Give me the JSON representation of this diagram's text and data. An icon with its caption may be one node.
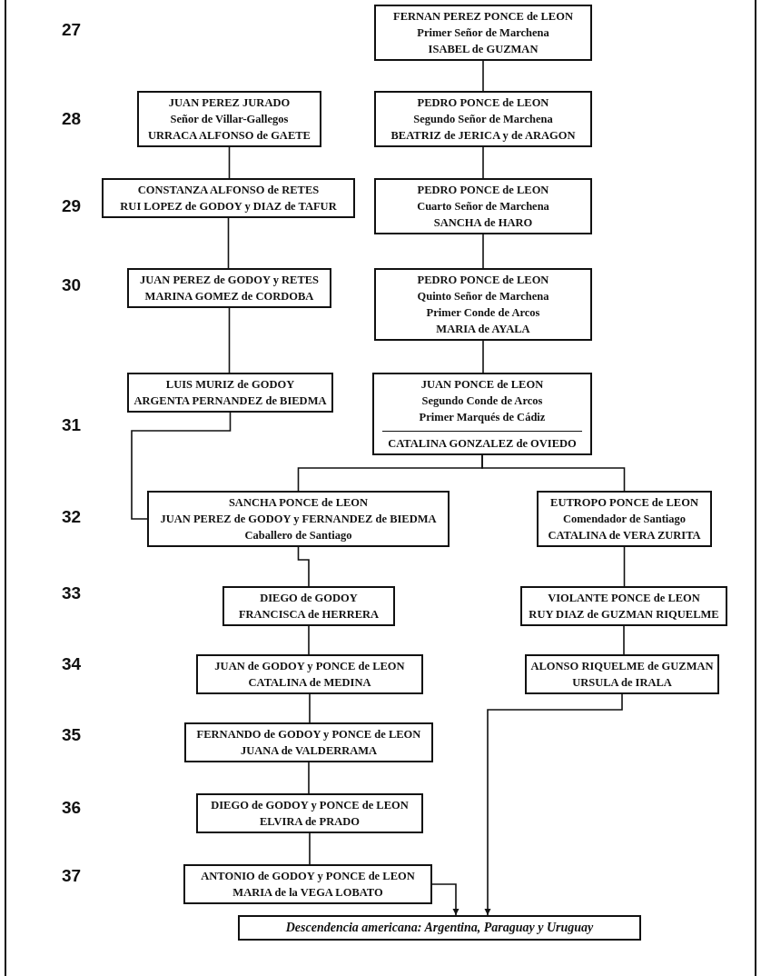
{
  "diagram": {
    "nodes": [
      {
        "text": [
          "FERNAN PEREZ PONCE de LEON",
          "Primer Señor de Marchena",
          "ISABEL de GUZMAN"
        ]
      },
      {
        "text": [
          "JUAN PEREZ JURADO",
          "Señor de Villar-Gallegos",
          "URRACA ALFONSO de GAETE"
        ]
      },
      {
        "text": [
          "PEDRO PONCE de LEON",
          "Segundo Señor de Marchena",
          "BEATRIZ de JERICA y de ARAGON"
        ]
      },
      {
        "text": [
          "CONSTANZA ALFONSO de RETES",
          "RUI LOPEZ de GODOY y DIAZ de TAFUR"
        ]
      },
      {
        "text": [
          "PEDRO PONCE de LEON",
          "Cuarto Señor de Marchena",
          "SANCHA de HARO"
        ]
      },
      {
        "text": [
          "JUAN PEREZ de GODOY y RETES",
          "MARINA GOMEZ de CORDOBA"
        ]
      },
      {
        "text": [
          "PEDRO PONCE de LEON",
          "Quinto Señor de Marchena",
          "Primer Conde de Arcos",
          "MARIA de AYALA"
        ]
      },
      {
        "text": [
          "LUIS MURIZ de GODOY",
          "ARGENTA PERNANDEZ de BIEDMA"
        ]
      },
      {
        "text": [
          "JUAN PONCE de LEON",
          "Segundo Conde de Arcos",
          "Primer Marqués de Cádiz",
          "CATALINA GONZALEZ de OVIEDO"
        ]
      },
      {
        "text": [
          "SANCHA PONCE de LEON",
          "JUAN PEREZ de GODOY y FERNANDEZ de BIEDMA",
          "Caballero de Santiago"
        ]
      },
      {
        "text": [
          "EUTROPO PONCE de LEON",
          "Comendador de Santiago",
          "CATALINA de VERA ZURITA"
        ]
      },
      {
        "text": [
          "DIEGO de GODOY",
          "FRANCISCA de HERRERA"
        ]
      },
      {
        "text": [
          "VIOLANTE PONCE de LEON",
          "RUY DIAZ de GUZMAN RIQUELME"
        ]
      },
      {
        "text": [
          "JUAN de GODOY y PONCE de LEON",
          "CATALINA de MEDINA"
        ]
      },
      {
        "text": [
          "ALONSO RIQUELME de GUZMAN",
          "URSULA de IRALA"
        ]
      },
      {
        "text": [
          "FERNANDO de GODOY y PONCE de LEON",
          "JUANA de VALDERRAMA"
        ]
      },
      {
        "text": [
          "DIEGO de GODOY y PONCE de LEON",
          "ELVIRA de PRADO"
        ]
      },
      {
        "text": [
          "ANTONIO de GODOY y PONCE de LEON",
          "MARIA de la VEGA LOBATO"
        ]
      },
      {
        "text": [
          "Descendencia americana: Argentina, Paraguay y Uruguay"
        ]
      }
    ],
    "edges": [
      {
        "from": 0,
        "to": 2,
        "arrow": "none"
      },
      {
        "from": 1,
        "to": 3,
        "arrow": "none"
      },
      {
        "from": 2,
        "to": 4,
        "arrow": "none"
      },
      {
        "from": 3,
        "to": 5,
        "arrow": "none"
      },
      {
        "from": 4,
        "to": 6,
        "arrow": "none"
      },
      {
        "from": 5,
        "to": 7,
        "arrow": "none"
      },
      {
        "from": 6,
        "to": 8,
        "arrow": "none"
      },
      {
        "from": 7,
        "to": 9,
        "arrow": "none"
      },
      {
        "from": 8,
        "to": 9,
        "arrow": "none"
      },
      {
        "from": 8,
        "to": 10,
        "arrow": "none"
      },
      {
        "from": 9,
        "to": 11,
        "arrow": "none"
      },
      {
        "from": 10,
        "to": 12,
        "arrow": "none"
      },
      {
        "from": 11,
        "to": 13,
        "arrow": "none"
      },
      {
        "from": 12,
        "to": 14,
        "arrow": "none"
      },
      {
        "from": 13,
        "to": 15,
        "arrow": "none"
      },
      {
        "from": 15,
        "to": 16,
        "arrow": "none"
      },
      {
        "from": 16,
        "to": 17,
        "arrow": "none"
      },
      {
        "from": 17,
        "to": 18,
        "arrow": "to"
      },
      {
        "from": 14,
        "to": 18,
        "arrow": "to"
      }
    ],
    "labels": [
      "27",
      "28",
      "29",
      "30",
      "31",
      "32",
      "33",
      "34",
      "35",
      "36",
      "37"
    ]
  }
}
